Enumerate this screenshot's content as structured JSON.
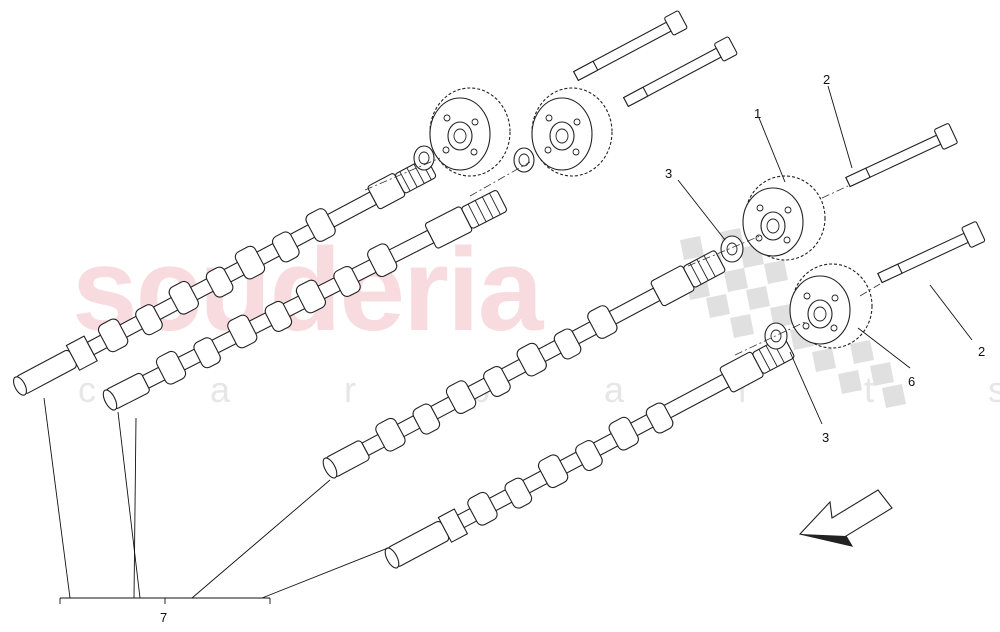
{
  "watermark": {
    "brand": "scuderia",
    "sub": "c a r   p a r t s"
  },
  "callouts": {
    "timing_variator": "1",
    "bolt_upper": "2",
    "bolt_lower": "2",
    "washer_upper": "3",
    "washer_lower": "3",
    "variator_lower": "6",
    "camshafts": "7"
  },
  "colors": {
    "watermark_red": "#e3606f",
    "watermark_grey": "#bdbdbd",
    "line": "#222222"
  },
  "icons": [
    "direction-arrow-icon",
    "checkered-flag-icon"
  ]
}
